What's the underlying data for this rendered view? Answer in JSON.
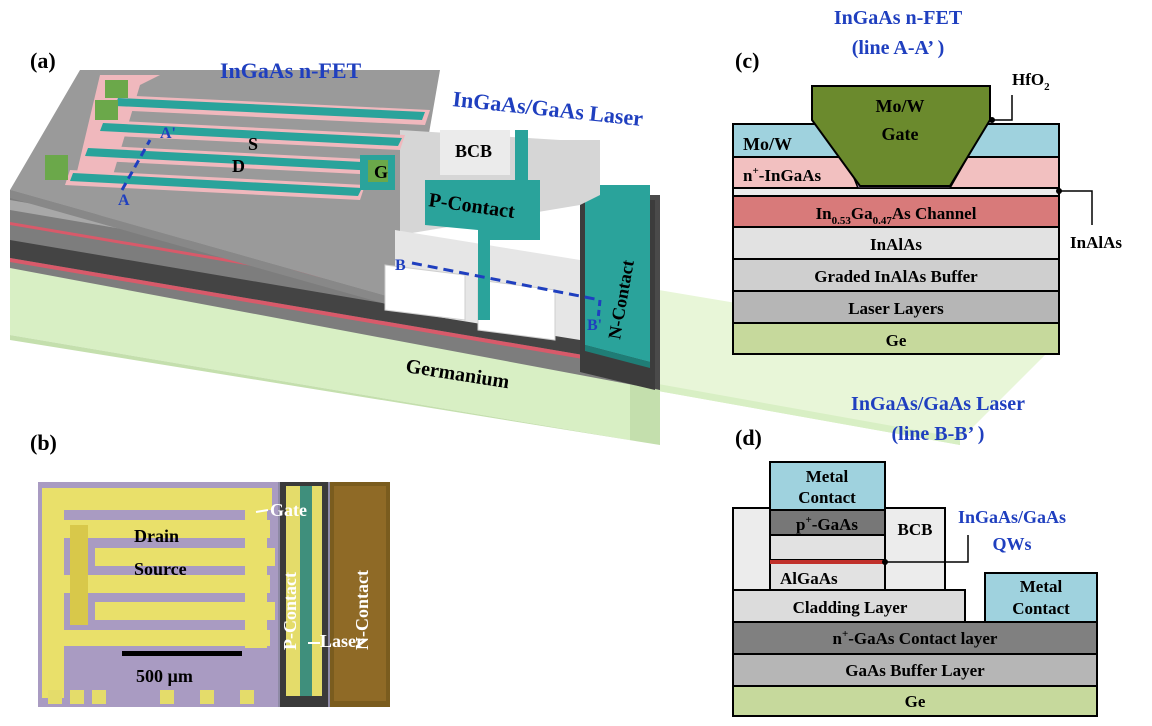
{
  "panel_a": {
    "label": "(a)",
    "nfet_title": "InGaAs n-FET",
    "laser_title": "InGaAs/GaAs Laser",
    "labels": {
      "s": "S",
      "d": "D",
      "g": "G",
      "bcb": "BCB",
      "p_contact": "P-Contact",
      "n_contact": "N-Contact",
      "germanium": "Germanium",
      "a": "A",
      "a_prime": "A'",
      "b": "B",
      "b_prime": "B'"
    }
  },
  "panel_b": {
    "label": "(b)",
    "gate": "Gate",
    "drain": "Drain",
    "source": "Source",
    "p_contact": "P-Contact",
    "n_contact": "N-Contact",
    "laser": "Laser",
    "scale": "500 µm"
  },
  "panel_c": {
    "label": "(c)",
    "title_line1": "InGaAs n-FET",
    "title_line2": "(line A-A’ )",
    "hfo2_base": "HfO",
    "hfo2_sub": "2",
    "gate_line1": "Mo/W",
    "gate_line2": "Gate",
    "mow": "Mo/W",
    "n_plus": "n",
    "n_plus_sup": "+",
    "n_plus_rest": "-InGaAs",
    "channel": {
      "in": "In",
      "in_sub": "0.53",
      "ga": "Ga",
      "ga_sub": "0.47",
      "rest": "As Channel"
    },
    "inalas_side": "InAlAs",
    "layers": [
      "InAlAs",
      "Graded InAlAs Buffer",
      "Laser Layers",
      "Ge"
    ]
  },
  "panel_d": {
    "label": "(d)",
    "title_line1": "InGaAs/GaAs Laser",
    "title_line2": "(line B-B’ )",
    "metal_contact_top": [
      "Metal",
      "Contact"
    ],
    "p_gaas": {
      "p": "p",
      "sup": "+",
      "rest": "-GaAs"
    },
    "bcb": "BCB",
    "qws": [
      "InGaAs/GaAs",
      "QWs"
    ],
    "algaas": "AlGaAs",
    "cladding": "Cladding Layer",
    "metal_contact_right": [
      "Metal",
      "Contact"
    ],
    "n_contact_layer": {
      "n": "n",
      "sup": "+",
      "rest": "-GaAs Contact layer"
    },
    "buffer": "GaAs Buffer Layer",
    "ge": "Ge"
  },
  "colors": {
    "accent_blue": "#1f3fbf",
    "teal": "#2aa39b",
    "green_substrate": "#d8efc4",
    "gate_green": "#6b8a2d",
    "light_blue": "#9fd2de",
    "pink": "#f2c0c0",
    "channel_red": "#d87a7a",
    "light_gray": "#dcdcdc",
    "mid_gray": "#b6b6b6",
    "dark_gray": "#777777",
    "ge_green": "#c6d99c"
  }
}
